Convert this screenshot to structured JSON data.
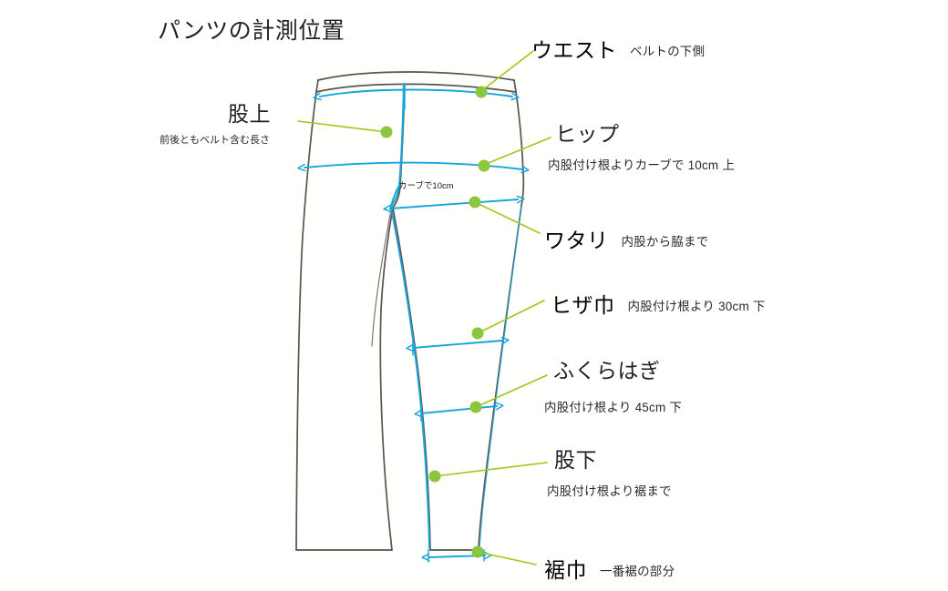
{
  "page": {
    "title": "パンツの計測位置",
    "background_color": "#fffffe",
    "line_colors": {
      "garment_outline": "#5a534e",
      "measurement_arrow": "#18a5dc",
      "leader_line": "#a2c617",
      "marker_dot": "#8cc63e",
      "text": "#231f20"
    }
  },
  "annotations": {
    "waist": {
      "label": "ウエスト",
      "note": "ベルトの下側"
    },
    "rise": {
      "label": "股上",
      "note": "前後ともベルト含む長さ"
    },
    "hip": {
      "label": "ヒップ",
      "note": "内股付け根よりカーブで 10cm 上"
    },
    "thigh": {
      "label": "ワタリ",
      "note": "内股から脇まで"
    },
    "knee": {
      "label": "ヒザ巾",
      "note": "内股付け根より 30cm 下"
    },
    "calf": {
      "label": "ふくらはぎ",
      "note": "内股付け根より 45cm 下"
    },
    "inseam": {
      "label": "股下",
      "note": "内股付け根より裾まで"
    },
    "hem": {
      "label": "裾巾",
      "note": "一番裾の部分"
    },
    "curve_note": {
      "label": "カーブで10cm"
    }
  }
}
